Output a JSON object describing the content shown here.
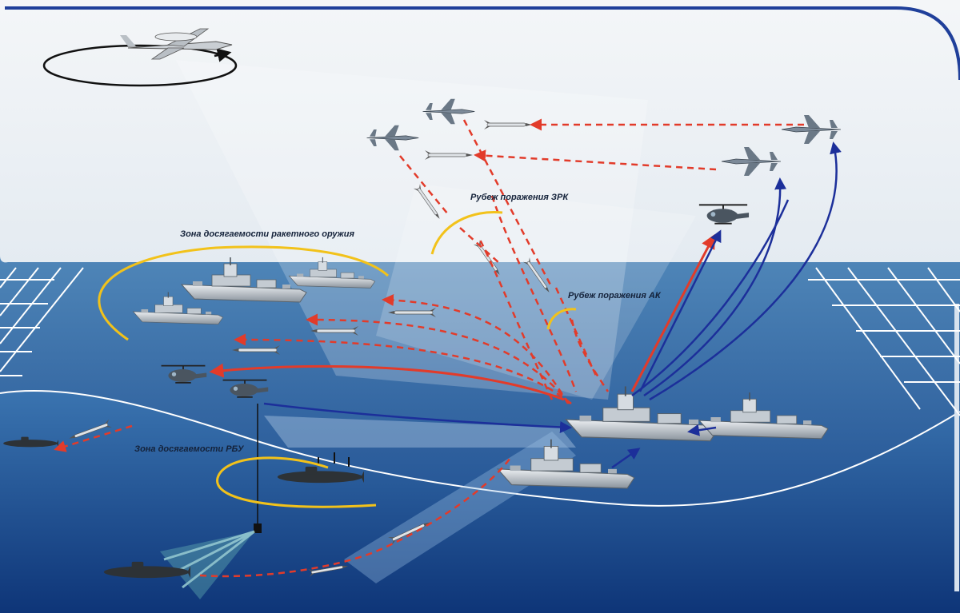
{
  "labels": {
    "missile_zone": "Зона досягаемости ракетного оружия",
    "sam_line": "Рубеж поражения ЗРК",
    "gun_line": "Рубеж поражения АК",
    "rbu_zone": "Зона досягаемости РБУ"
  },
  "colors": {
    "sky_top": "#f4f6f8",
    "sky_bottom": "#cfdce8",
    "sea_top": "#4f86b8",
    "sea_bottom": "#123f86",
    "frame": "#1f3f9a",
    "threat": "#e23b2a",
    "friendly": "#1c2f9a",
    "zone": "#f2c21a",
    "grid": "#ffffff"
  },
  "icons": {
    "awacs": "awacs-aircraft-icon",
    "fighter": "fighter-jet-icon",
    "helicopter": "helicopter-icon",
    "missile": "missile-icon",
    "ship": "warship-icon",
    "submarine": "submarine-icon",
    "sonar": "dipping-sonar-icon"
  }
}
